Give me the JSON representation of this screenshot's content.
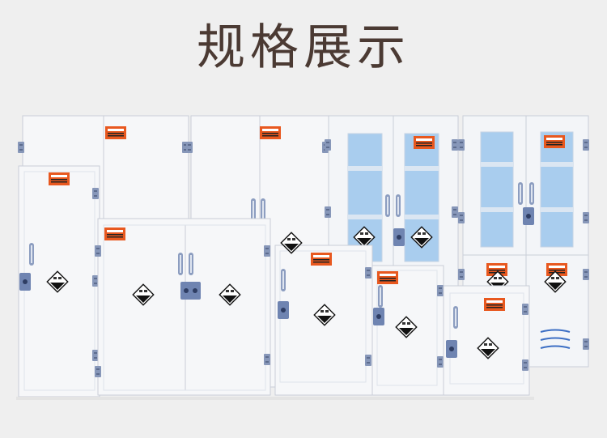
{
  "title": "规格展示",
  "colors": {
    "background": "#efefef",
    "cabinet_body": "#f6f7f9",
    "door_edge": "#c9ced8",
    "hinge": "#7f91b6",
    "glass": "#a9cdee",
    "warning_label": "#e8581f",
    "hazard_diamond": "#111111"
  },
  "icons": [
    "corrosive-hazard-icon",
    "warning-label",
    "door-handle",
    "door-lock",
    "hinge",
    "ventilation-vent-icon"
  ]
}
